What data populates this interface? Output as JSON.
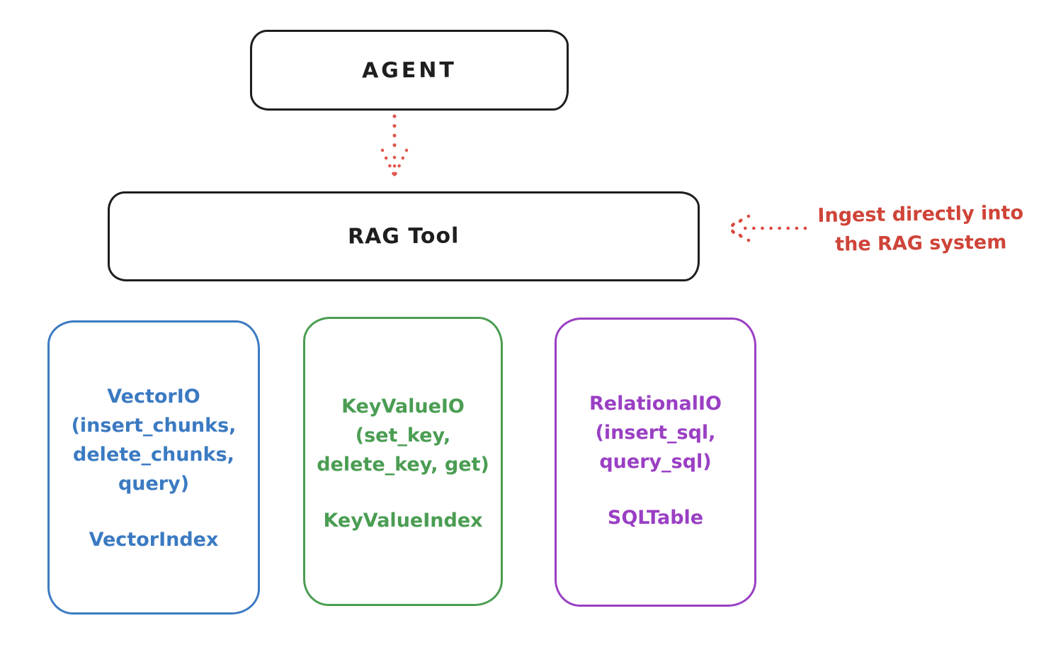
{
  "agent_box": {
    "label": "AGENT",
    "stroke": "#1e1e1e"
  },
  "rag_box": {
    "label": "RAG Tool",
    "stroke": "#1e1e1e"
  },
  "agent_to_rag_arrow": {
    "style": "dotted",
    "direction": "down",
    "color": "#e0564c"
  },
  "annotation": {
    "text": "Ingest directly into\nthe RAG system",
    "color": "#cf4438",
    "arrow": {
      "style": "dotted",
      "direction": "left",
      "color": "#d9493d"
    }
  },
  "backends": [
    {
      "title": "VectorIO",
      "methods": "(insert_chunks,\ndelete_chunks,\nquery)",
      "index_class": "VectorIndex",
      "color": "#3b7ac2"
    },
    {
      "title": "KeyValueIO",
      "methods": "(set_key,\ndelete_key, get)",
      "index_class": "KeyValueIndex",
      "color": "#4a9d52"
    },
    {
      "title": "RelationalIO",
      "methods": "(insert_sql,\nquery_sql)",
      "index_class": "SQLTable",
      "color": "#9a3fc4"
    }
  ]
}
